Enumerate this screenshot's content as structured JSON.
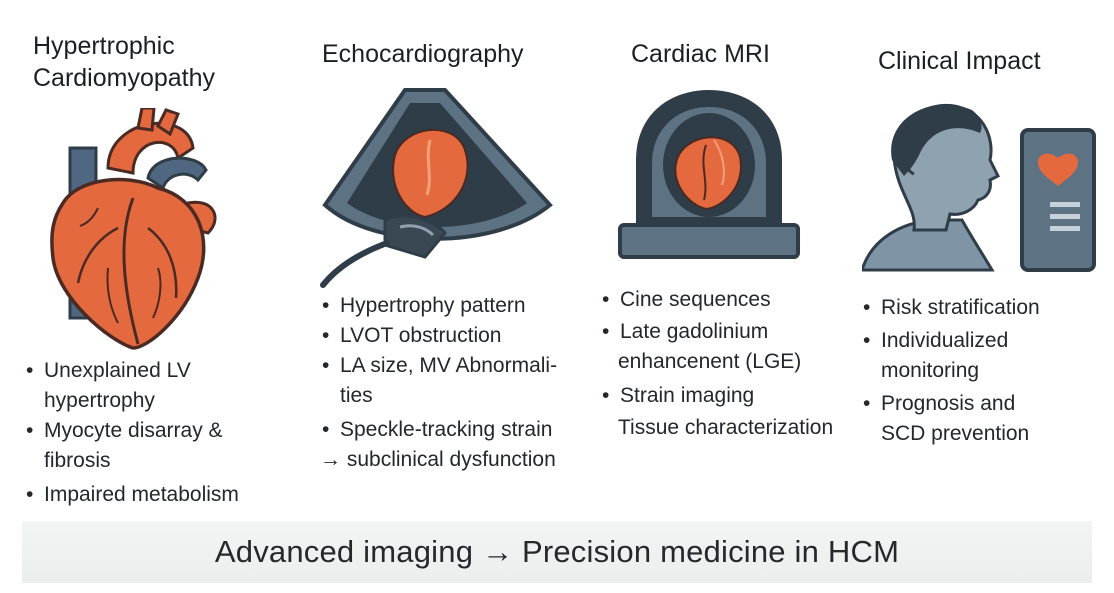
{
  "columns": [
    {
      "id": "hcm",
      "title_lines": [
        "Hypertrophic",
        "Cardiomyopathy"
      ],
      "icon": "heart-anatomy-icon",
      "bullets": [
        {
          "text": "Unexplained LV",
          "style": "bullet"
        },
        {
          "text": "hypertrophy",
          "style": "plain"
        },
        {
          "text": "Myocyte disarray &",
          "style": "bullet"
        },
        {
          "text": "fibrosis",
          "style": "plain"
        },
        {
          "text": "Impaired metabolism",
          "style": "bullet"
        }
      ]
    },
    {
      "id": "echo",
      "title_lines": [
        "Echocardiography"
      ],
      "icon": "ultrasound-probe-icon",
      "bullets": [
        {
          "text": "Hypertrophy pattern",
          "style": "bullet"
        },
        {
          "text": "LVOT obstruction",
          "style": "bullet"
        },
        {
          "text": "LA size, MV Abnormali-",
          "style": "bullet"
        },
        {
          "text": "ties",
          "style": "plain"
        },
        {
          "text": "Speckle-tracking strain",
          "style": "bullet"
        },
        {
          "text": "→ subclinical dysfunction",
          "style": "arrow"
        }
      ]
    },
    {
      "id": "mri",
      "title_lines": [
        "Cardiac MRI"
      ],
      "icon": "mri-scanner-icon",
      "bullets": [
        {
          "text": "Cine sequences",
          "style": "bullet"
        },
        {
          "text": "Late gadolinium",
          "style": "bullet"
        },
        {
          "text": "enhancenent (LGE)",
          "style": "plain"
        },
        {
          "text": "Strain imaging",
          "style": "bullet"
        },
        {
          "text": "Tissue characterization",
          "style": "plain"
        }
      ]
    },
    {
      "id": "clinical",
      "title_lines": [
        "Clinical Impact"
      ],
      "icon": "patient-with-phone-icon",
      "bullets": [
        {
          "text": "Risk stratification",
          "style": "bullet"
        },
        {
          "text": "Individualized",
          "style": "bullet"
        },
        {
          "text": "monitoring",
          "style": "plain"
        },
        {
          "text": "Prognosis and",
          "style": "bullet"
        },
        {
          "text": "SCD prevention",
          "style": "plain"
        }
      ]
    }
  ],
  "banner": {
    "text": "Advanced imaging → Precision medicine in HCM"
  },
  "colors": {
    "heart_orange": "#e4693f",
    "heart_outline": "#4a2a22",
    "vessel_blue": "#4f6780",
    "dark_slate": "#2f3d48",
    "mid_slate": "#5d7282",
    "light_slate": "#8fa2b0",
    "skin_gray": "#7f95a5",
    "banner_bg": "#efefef"
  }
}
